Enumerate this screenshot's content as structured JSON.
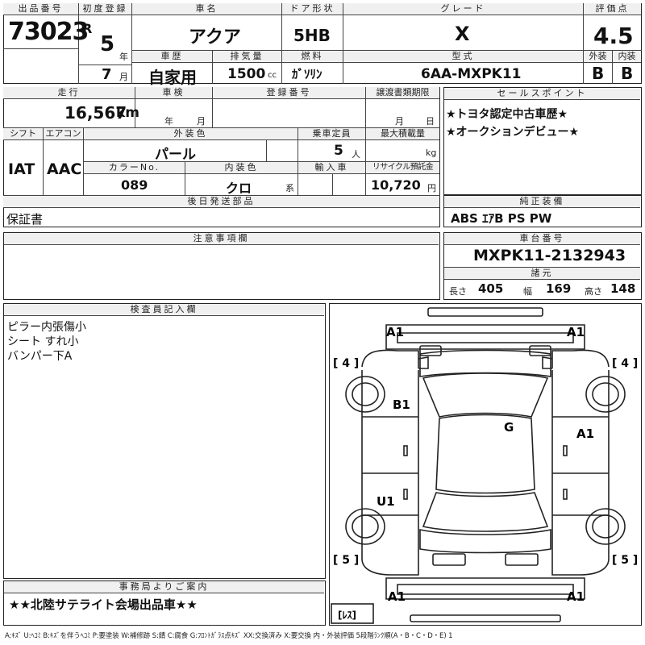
{
  "header": {
    "lot_no_label": "出品番号",
    "lot_no": "73023",
    "first_reg_label": "初度登録",
    "era": "R",
    "year": "5",
    "year_unit": "年",
    "month": "7",
    "month_unit": "月",
    "car_name_label": "車名",
    "car_name": "アクア",
    "door_label": "ドア形状",
    "door": "5HB",
    "grade_label": "グレード",
    "grade": "X",
    "score_label": "評価点",
    "score": "4.5",
    "history_label": "車歴",
    "history": "自家用",
    "displacement_label": "排気量",
    "displacement": "1500",
    "displacement_unit": "cc",
    "fuel_label": "燃料",
    "fuel": "ｶﾞｿﾘﾝ",
    "model_label": "型式",
    "model": "6AA-MXPK11",
    "ext_label": "外装",
    "ext": "B",
    "int_label": "内装",
    "int": "B"
  },
  "row2": {
    "mileage_label": "走行",
    "mileage": "16,567",
    "mileage_unit": "km",
    "inspection_label": "車検",
    "insp_year_unit": "年",
    "insp_month_unit": "月",
    "reg_no_label": "登録番号",
    "transfer_label": "譲渡書類期限",
    "transfer_month_unit": "月",
    "transfer_day_unit": "日",
    "shift_label": "シフト",
    "shift": "IAT",
    "ac_label": "エアコン",
    "ac": "AAC",
    "color_label": "外装色",
    "color": "パール",
    "capacity_label": "乗車定員",
    "capacity": "5",
    "capacity_unit": "人",
    "load_label": "最大積載量",
    "load_unit": "kg",
    "color_no_label": "カラーNo.",
    "color_no": "089",
    "int_color_label": "内装色",
    "int_color": "クロ",
    "int_color_unit": "系",
    "import_label": "輸入車",
    "recycle_label": "リサイクル預託金",
    "recycle": "10,720",
    "recycle_unit": "円",
    "later_parts_label": "後日発送部品",
    "later_parts": "保証書"
  },
  "sales_points": {
    "label": "セールスポイント",
    "items": [
      "★トヨタ認定中古車歴★",
      "★オークションデビュー★"
    ]
  },
  "equipment": {
    "label": "純正装備",
    "value": "ABS ｴｱB PS PW"
  },
  "notes": {
    "label": "注意事項欄"
  },
  "chassis": {
    "label": "車台番号",
    "value": "MXPK11-2132943",
    "dims_label": "諸元",
    "length_label": "長さ",
    "length": "405",
    "width_label": "幅",
    "width": "169",
    "height_label": "高さ",
    "height": "148"
  },
  "inspector": {
    "label": "検査員記入欄",
    "lines": [
      "ピラー内張傷小",
      "シート すれ小",
      "バンパー下A"
    ]
  },
  "office": {
    "label": "事務局よりご案内",
    "value": "★★北陸サテライト会場出品車★★"
  },
  "diagram": {
    "marks": [
      "A1",
      "A1",
      "B1",
      "G",
      "A1",
      "U1",
      "A1",
      "A1"
    ],
    "tire_fl": "[ 4 ]",
    "tire_fr": "[ 4 ]",
    "tire_rl": "[ 5 ]",
    "tire_rr": "[ 5 ]",
    "spare": "[ﾚｽ]"
  },
  "legend": "A:ｷｽﾞ U:ﾍｺﾐ B:ｷｽﾞを伴うﾍｺﾐ P:要塗装 W:補修跡 S:錆 C:腐食 G:ﾌﾛﾝﾄｶﾞﾗｽ点ｷｽﾞ XX:交換済み X:要交換 内・外装評価 5段階ﾗﾝｸ順(A・B・C・D・E) 1"
}
